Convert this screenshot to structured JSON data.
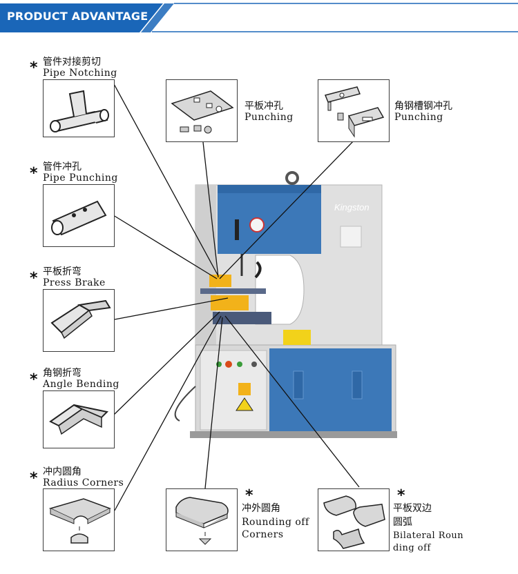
{
  "banner": {
    "title": "PRODUCT ADVANTAGE"
  },
  "brand": {
    "name": "Kingston"
  },
  "features": {
    "pipe_notching": {
      "cn": "管件对接剪切",
      "en": "Pipe Notching"
    },
    "flat_punching": {
      "cn": "平板冲孔",
      "en": "Punching"
    },
    "angle_channel_punching": {
      "cn": "角钢槽钢冲孔",
      "en": "Punching"
    },
    "pipe_punching": {
      "cn": "管件冲孔",
      "en": "Pipe Punching"
    },
    "press_brake": {
      "cn": "平板折弯",
      "en": "Press Brake"
    },
    "angle_bending": {
      "cn": "角钢折弯",
      "en": "Angle Bending"
    },
    "radius_corners": {
      "cn": "冲内圆角",
      "en": "Radius Corners"
    },
    "rounding_off": {
      "cn": "冲外圆角",
      "en_line1": "Rounding off",
      "en_line2": "Corners"
    },
    "bilateral": {
      "cn_line1": "平板双边",
      "cn_line2": "圆弧",
      "en_line1": "Bilateral Roun",
      "en_line2": "ding off"
    }
  },
  "colors": {
    "banner_blue": "#1a66b8",
    "machine_blue": "#3c78b8",
    "machine_grey": "#dcdcdc",
    "accent_yellow": "#f2b21a",
    "line_color": "#111111"
  },
  "icons": {
    "star": "*",
    "warning": "warning-triangle-icon"
  }
}
